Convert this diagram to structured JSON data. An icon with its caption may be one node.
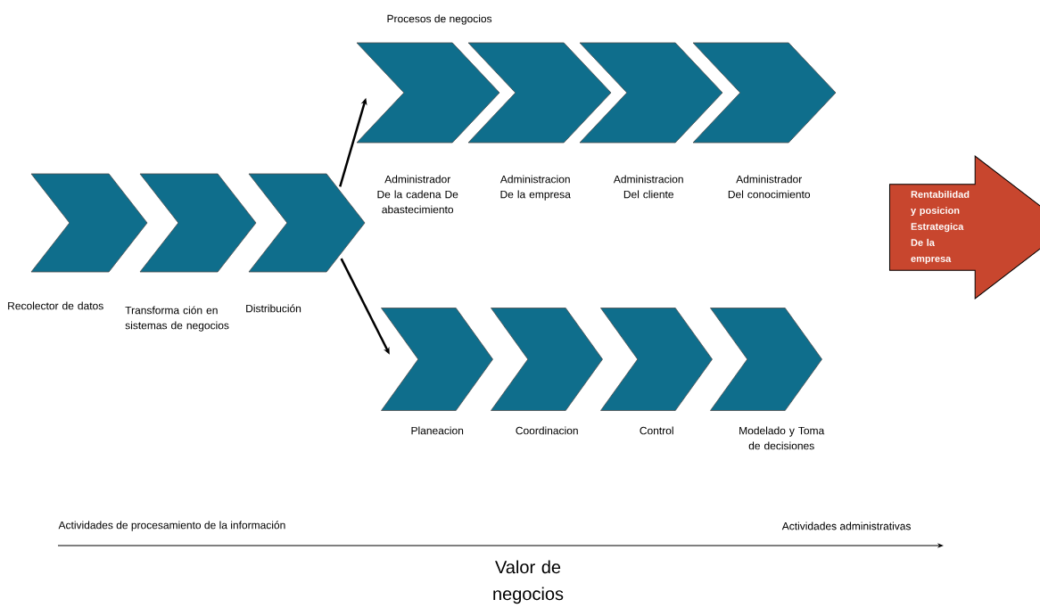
{
  "diagram": {
    "title": "Procesos de negocios",
    "nodes": [
      {
        "text": [
          "Recolector de datos"
        ]
      },
      {
        "text": [
          "Transforma ción en sistemas de negocios"
        ]
      },
      {
        "text": [
          "Distribución"
        ]
      },
      {
        "text": [
          "Administrador De la cadena De abastecimiento"
        ]
      },
      {
        "text": [
          "Administracion De la empresa"
        ]
      },
      {
        "text": [
          "Administracion Del cliente"
        ]
      },
      {
        "text": [
          "Administrador Del conocimiento"
        ]
      },
      {
        "text": [
          "Planeacion"
        ]
      },
      {
        "text": [
          "Coordinacion"
        ]
      },
      {
        "text": [
          "Control"
        ]
      },
      {
        "text": [
          "Modelado y Toma de decisiones"
        ]
      },
      {
        "text": [
          "Rentabilidad y posicion Estrategica De la empresa"
        ]
      }
    ],
    "edges": [
      {
        "from": 2,
        "to": 3,
        "arrow": "to"
      },
      {
        "from": 2,
        "to": 7,
        "arrow": "to"
      }
    ],
    "labels": [
      "Actividades de procesamiento de la información",
      "Actividades administrativas",
      "Valor de negocios"
    ]
  }
}
